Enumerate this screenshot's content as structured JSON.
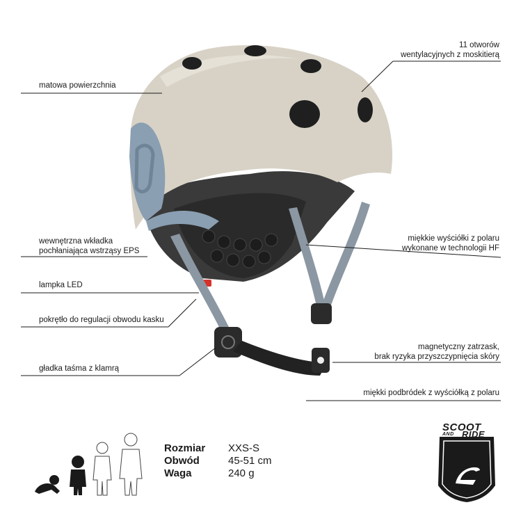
{
  "callouts": {
    "vents": "11 otworów wentylacyjnych z moskitierą",
    "matte": "matowa powierzchnia",
    "eps": "wewnętrzna wkładka pochłaniająca wstrząsy EPS",
    "padding": "miękkie wyściółki z polaru wykonane w technologii HF",
    "led": "lampka LED",
    "dial": "pokrętło do regulacji obwodu kasku",
    "magnet": "magnetyczny zatrzask, brak ryzyka przyszczypnięcia skóry",
    "strap": "gładka taśma z klamrą",
    "chin": "miękki podbródek z wyściółką z polaru"
  },
  "callout_lines": {
    "vents_1": "11 otworów",
    "vents_2": "wentylacyjnych z moskitierą",
    "eps_1": "wewnętrzna wkładka",
    "eps_2": "pochłaniająca wstrząsy EPS",
    "padding_1": "miękkie wyściółki z polaru",
    "padding_2": "wykonane w technologii HF",
    "magnet_1": "magnetyczny zatrzask,",
    "magnet_2": "brak  ryzyka przyszczypnięcia skóry"
  },
  "specs": {
    "size_label": "Rozmiar",
    "size_value": "XXS-S",
    "circ_label": "Obwód",
    "circ_value": "45-51 cm",
    "weight_label": "Waga",
    "weight_value": "240 g"
  },
  "logo": {
    "line1": "SCOOT",
    "line2": "AND",
    "line3": "RIDE"
  },
  "colors": {
    "shell": "#d8d2c6",
    "accent": "#8a9fb1",
    "strap": "#8b97a2",
    "text": "#1a1a1a",
    "led": "#d6322b"
  }
}
